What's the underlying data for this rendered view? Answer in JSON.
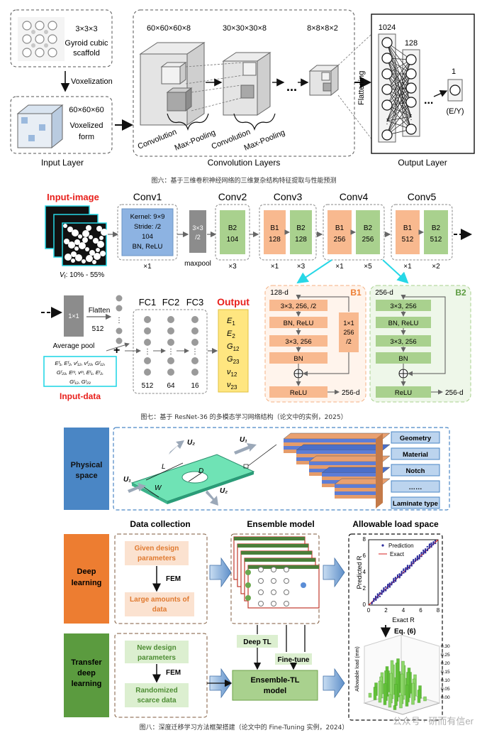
{
  "fig6": {
    "gyroid_size": "3×3×3",
    "gyroid_label1": "Gyroid cubic",
    "gyroid_label2": "scaffold",
    "voxelization": "Voxelization",
    "vox_size": "60×60×60",
    "vox_label1": "Voxelized",
    "vox_label2": "form",
    "input_layer": "Input Layer",
    "dim1": "60×60×60×8",
    "dim2": "30×30×30×8",
    "dim3": "8×8×8×2",
    "convolution": "Convolution",
    "max_pooling": "Max-Pooling",
    "conv_layers": "Convolution Layers",
    "flattening": "Flattening",
    "n1024": "1024",
    "n128": "128",
    "n1": "1",
    "ey": "(E/Y)",
    "output_layer": "Output Layer",
    "ellipsis": "...",
    "caption": "图六：基于三维卷积神经网络的三维复杂结构特征提取与性能预测"
  },
  "fig7": {
    "input_image": "Input-image",
    "vf": "V",
    "vf_sub": "f",
    "vf_range": ": 10% - 55%",
    "conv1": "Conv1",
    "conv1_lines": [
      "Kernel: 9×9",
      "Stride: /2",
      "104",
      "BN, ReLU"
    ],
    "x1": "×1",
    "pool_lines": [
      "3×3",
      "/2"
    ],
    "maxpool": "maxpool",
    "conv2": "Conv2",
    "conv3": "Conv3",
    "conv4": "Conv4",
    "conv5": "Conv5",
    "b1": "B1",
    "b2": "B2",
    "n104": "104",
    "n128": "128",
    "n256": "256",
    "n512": "512",
    "x3": "×3",
    "x5": "×5",
    "x2": "×2",
    "flatten": "Flatten",
    "avg_pool": "Average pool",
    "k1x1": "1×1",
    "n512b": "512",
    "fc1": "FC1",
    "fc2": "FC2",
    "fc3": "FC3",
    "fc_n1": "512",
    "fc_n2": "64",
    "fc_n3": "16",
    "output": "Output",
    "outputs": [
      {
        "v": "E",
        "s": "1"
      },
      {
        "v": "E",
        "s": "2"
      },
      {
        "v": "G",
        "s": "12"
      },
      {
        "v": "G",
        "s": "23"
      },
      {
        "v": "ν",
        "s": "12"
      },
      {
        "v": "ν",
        "s": "23"
      }
    ],
    "input_data_line1": "Eᶠ₁, Eᶠ₂, vᶠ₁₂, vᶠ₂₃, Gᶠ₁₂,",
    "input_data_line2": "Gᶠ₂₃, Eᵐ, vᵐ, Eᵗ₁, Eᵗ₂,",
    "input_data_line3": "Gᵗ₁₂, Gᵗ₂₃",
    "input_data": "Input-data",
    "b1_in": "128-d",
    "b1_c1": "3×3, 256, /2",
    "b1_bn1": "BN, ReLU",
    "b1_c2": "3×3, 256",
    "b1_bn2": "BN",
    "b1_short": [
      "1×1",
      "256",
      "/2"
    ],
    "relu": "ReLU",
    "out256": "256-d",
    "b2_in": "256-d",
    "b2_c1": "3×3, 256",
    "b2_bn1": "BN, ReLU",
    "b2_c2": "3×3, 256",
    "b2_bn2": "BN",
    "caption": "图七：基于 ResNet-36 的多模态学习网络结构（论文中的实例，2025）"
  },
  "fig8": {
    "physical_space": [
      "Physical",
      "space"
    ],
    "u1": "U₁",
    "u2": "U₂",
    "L": "L",
    "W": "W",
    "D": "D",
    "props": [
      "Geometry",
      "Material",
      "Notch",
      "……",
      "Laminate type"
    ],
    "data_collection": "Data collection",
    "ensemble_model": "Ensemble model",
    "allowable_space": "Allowable load space",
    "deep_learning": [
      "Deep",
      "learning"
    ],
    "given_params": [
      "Given design",
      "parameters"
    ],
    "fem": "FEM",
    "large_data": [
      "Large amounts of",
      "data"
    ],
    "transfer_learning": [
      "Transfer",
      "deep",
      "learning"
    ],
    "new_params": [
      "New design",
      "parameters"
    ],
    "random_data": [
      "Randomized",
      "scarce data"
    ],
    "deep_tl": "Deep TL",
    "fine_tune": "Fine-tune",
    "ensemble_tl": [
      "Ensemble-TL",
      "model"
    ],
    "legend_pred": "Prediction",
    "legend_exact": "Exact",
    "ylabel": "Predicted R",
    "xlabel": "Exact R",
    "ticks": [
      "0",
      "2",
      "4",
      "6",
      "8"
    ],
    "eq": "Eq. (6)",
    "z_label": "Allowable load (mm)",
    "z_ticks": [
      "0.30",
      "0.25",
      "0.20",
      "0.15",
      "0.10",
      "0.05",
      "0.00"
    ],
    "caption": "图八：深度迁移学习方法框架搭建（论文中的 Fine-Tuning 实例，2024）",
    "watermark": "公众号 · 研而有信er"
  },
  "colors": {
    "blue_box": "#8db3e2",
    "orange_box": "#f8b98f",
    "green_box": "#a9d18e",
    "gray_box": "#8c8c8c",
    "red_text": "#e8201c",
    "cyan": "#27d7e6",
    "phys_blue": "#4a86c5",
    "deep_orange": "#ed7d31",
    "tl_green": "#5b9b3f"
  }
}
